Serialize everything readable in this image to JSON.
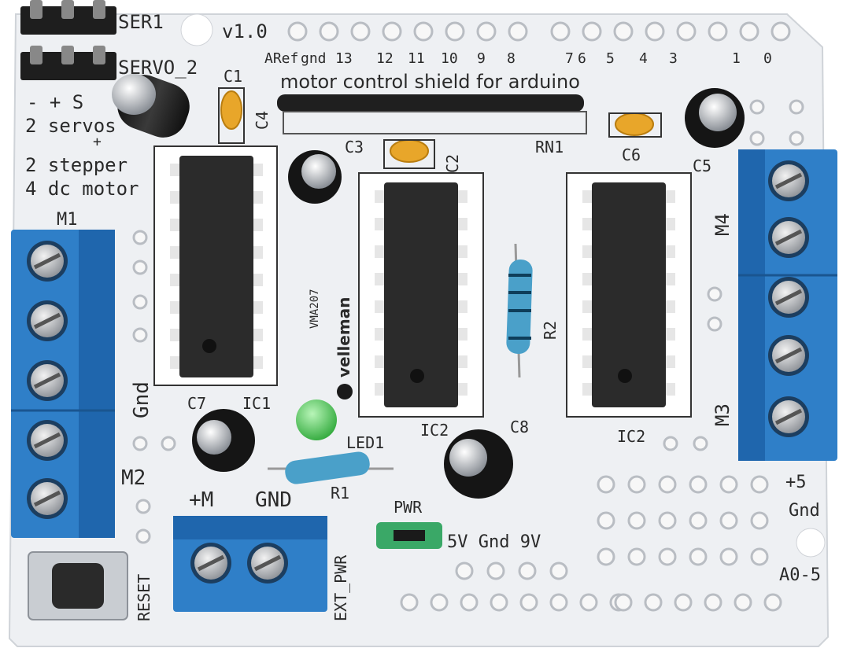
{
  "colors": {
    "pcb": "#eef0f3",
    "silkscreen": "#2a2a2a",
    "terminal_block": "#2f7fc8",
    "ic_body": "#2b2b2b",
    "capacitor_ceramic": "#e8a62a",
    "led": "#3fc24b",
    "jumper": "#3aa867",
    "resistor": "#4aa0c9"
  },
  "silkscreen": {
    "ser1": "SER1",
    "version": "v1.0",
    "servo2": "SERVO_2",
    "servo_pins": "- + S",
    "features": [
      "2 servos",
      "+",
      "2 stepper",
      "4 dc motor"
    ],
    "pin_labels_left": [
      "ARef",
      "gnd",
      "13",
      "12",
      "11",
      "10",
      "9",
      "8"
    ],
    "pin_labels_right": [
      "7",
      "6",
      "5",
      "4",
      "3",
      "1",
      "0"
    ],
    "title": "motor control shield for arduino",
    "c1": "C1",
    "c4": "C4",
    "c3": "C3",
    "c2": "C2",
    "rn1": "RN1",
    "c6": "C6",
    "c5": "C5",
    "m1": "M1",
    "m2": "M2",
    "m3": "M3",
    "m4": "M4",
    "gnd_left": "Gnd",
    "c7": "C7",
    "ic1": "IC1",
    "led1": "LED1",
    "ic2_mid": "IC2",
    "c8": "C8",
    "ic2_right": "IC2",
    "r1": "R1",
    "r2": "R2",
    "plus_m": "+M",
    "gnd_terminal": "GND",
    "pwr": "PWR",
    "power_opts": "5V Gnd 9V",
    "ext_pwr": "EXT_PWR",
    "reset": "RESET",
    "plus5": "+5",
    "gnd_right": "Gnd",
    "analog": "A0-5",
    "model": "VMA207"
  },
  "logo": {
    "brand": "velleman"
  }
}
